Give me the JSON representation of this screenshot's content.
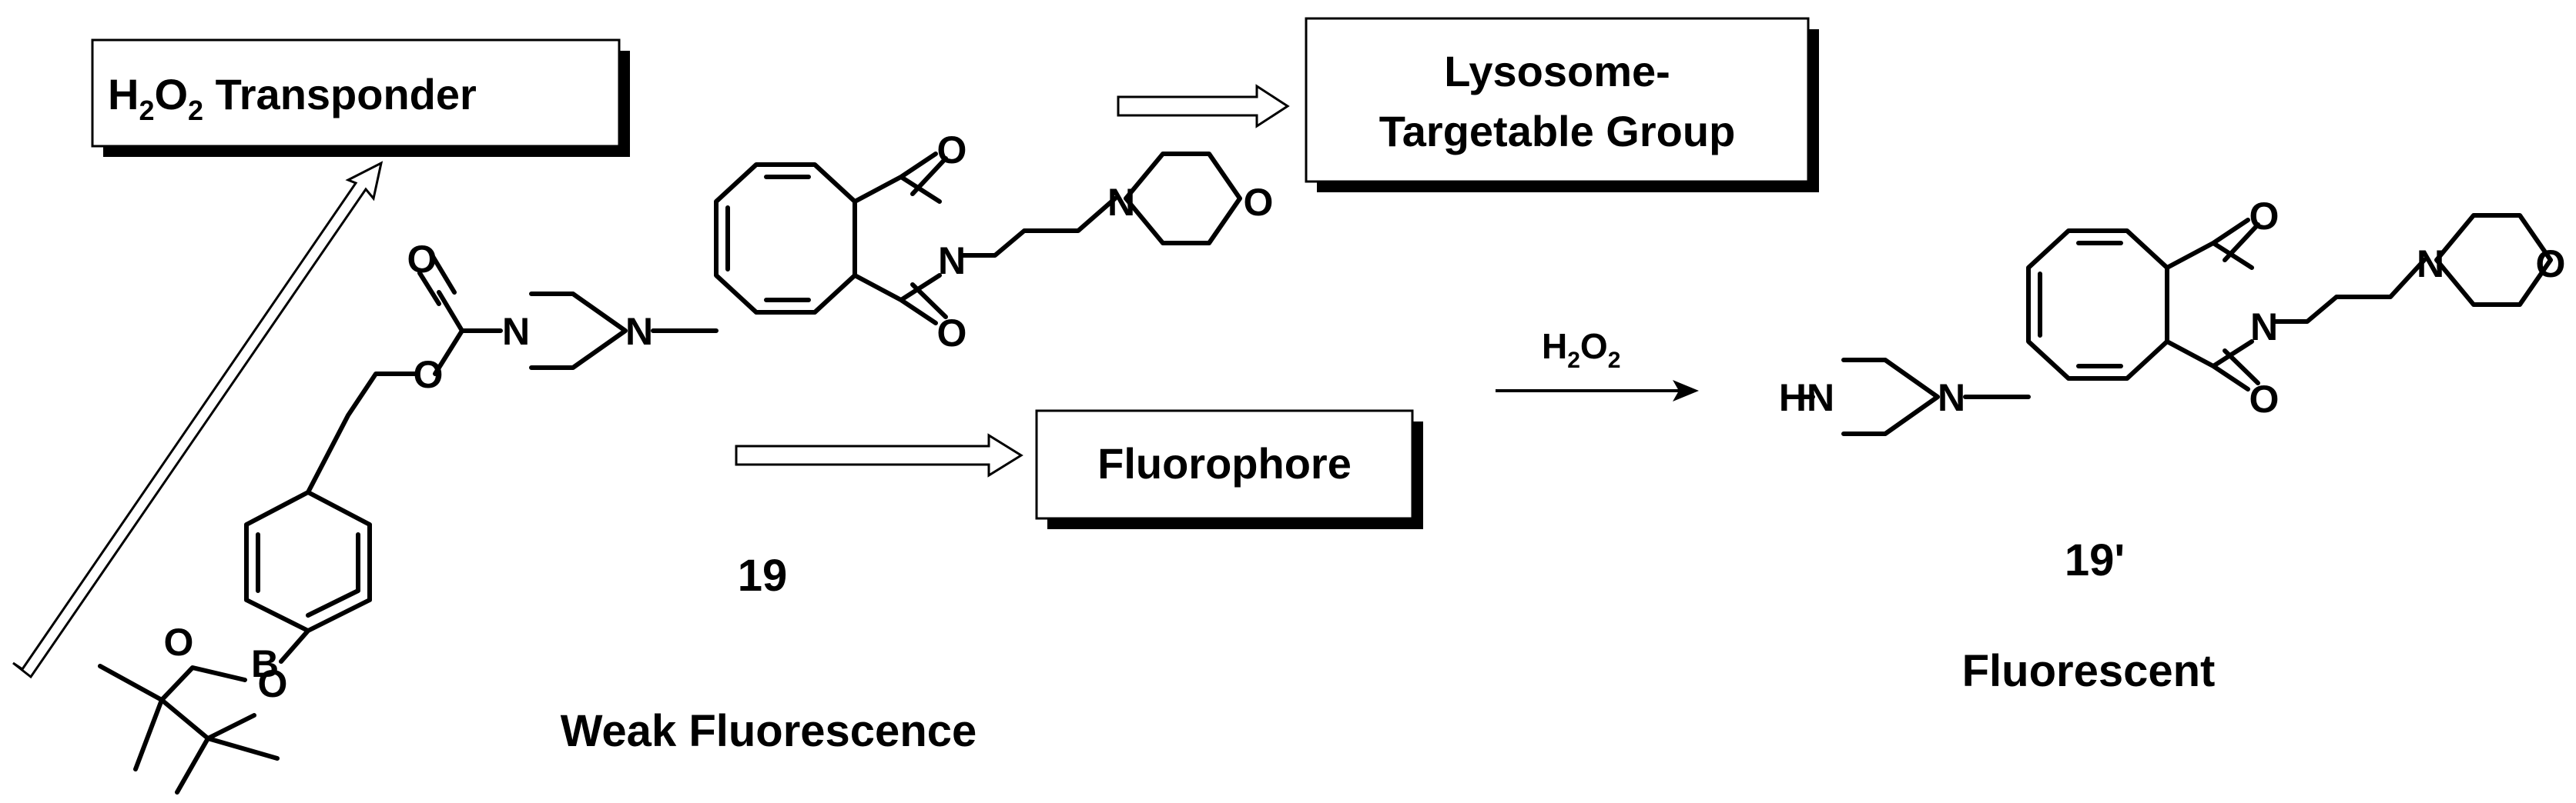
{
  "labels": {
    "transponder_prefix": "H",
    "transponder_sub1": "2",
    "transponder_mid": "O",
    "transponder_sub2": "2",
    "transponder_suffix": " Transponder",
    "lysosome_line1": "Lysosome-",
    "lysosome_line2": "Targetable Group",
    "fluorophore": "Fluorophore",
    "compound_19": "19",
    "compound_19p": "19'",
    "weak_fluorescence": "Weak Fluorescence",
    "fluorescent": "Fluorescent",
    "reagent_H": "H",
    "reagent_sub1": "2",
    "reagent_O": "O",
    "reagent_sub2": "2"
  },
  "atoms": {
    "O": "O",
    "N": "N",
    "B": "B",
    "HN": "HN"
  }
}
